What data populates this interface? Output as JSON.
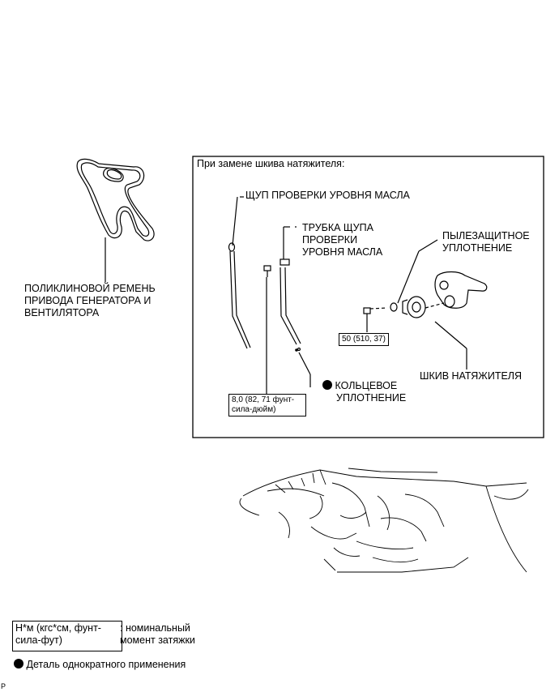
{
  "belt_label": [
    "ПОЛИКЛИНОВОЙ РЕМЕНЬ",
    "ПРИВОДА ГЕНЕРАТОРА И",
    "ВЕНТИЛЯТОРА"
  ],
  "inset": {
    "title": "При замене шкива натяжителя:",
    "dipstick_label": "ЩУП ПРОВЕРКИ УРОВНЯ МАСЛА",
    "guide_label": [
      "ТРУБКА ЩУПА",
      "ПРОВЕРКИ",
      "УРОВНЯ МАСЛА"
    ],
    "dust_seal_label": [
      "ПЫЛЕЗАЩИТНОЕ",
      "УПЛОТНЕНИЕ"
    ],
    "pulley_torque": "50 (510, 37)",
    "pulley_label": "ШКИВ НАТЯЖИТЕЛЯ",
    "oring_label": [
      "КОЛЬЦЕВОЕ",
      "УПЛОТНЕНИЕ"
    ],
    "bolt_torque": [
      "8,0 (82, 71 фунт-",
      "сила-дюйм)"
    ]
  },
  "legend": {
    "torque_box": [
      "Н*м (кгс*см, фунт-",
      "сила-фут)"
    ],
    "torque_text": [
      ": номинальный",
      "момент затяжки"
    ],
    "nonreusable_text": "Деталь однократного применения"
  },
  "corner_mark": "P"
}
